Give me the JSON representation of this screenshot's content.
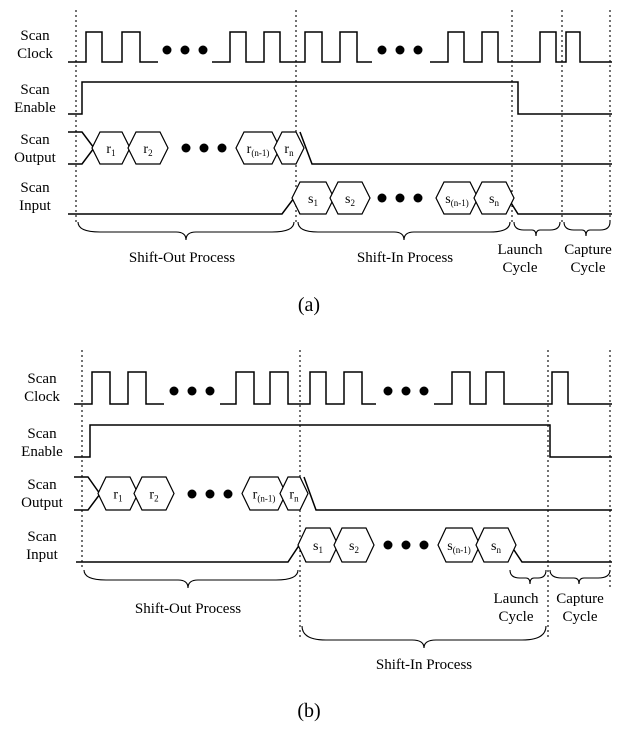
{
  "signals": [
    {
      "line1": "Scan",
      "line2": "Clock"
    },
    {
      "line1": "Scan",
      "line2": "Enable"
    },
    {
      "line1": "Scan",
      "line2": "Output"
    },
    {
      "line1": "Scan",
      "line2": "Input"
    }
  ],
  "output_cells": [
    {
      "base": "r",
      "sub": "1"
    },
    {
      "base": "r",
      "sub": "2"
    },
    {
      "base": "r",
      "sub": "(n-1)"
    },
    {
      "base": "r",
      "sub": "n"
    }
  ],
  "input_cells": [
    {
      "base": "s",
      "sub": "1"
    },
    {
      "base": "s",
      "sub": "2"
    },
    {
      "base": "s",
      "sub": "(n-1)"
    },
    {
      "base": "s",
      "sub": "n"
    }
  ],
  "phases": {
    "shift_out": "Shift-Out Process",
    "shift_in": "Shift-In Process",
    "launch_1": "Launch",
    "launch_2": "Cycle",
    "capture_1": "Capture",
    "capture_2": "Cycle"
  },
  "captions": {
    "a": "(a)",
    "b": "(b)"
  }
}
